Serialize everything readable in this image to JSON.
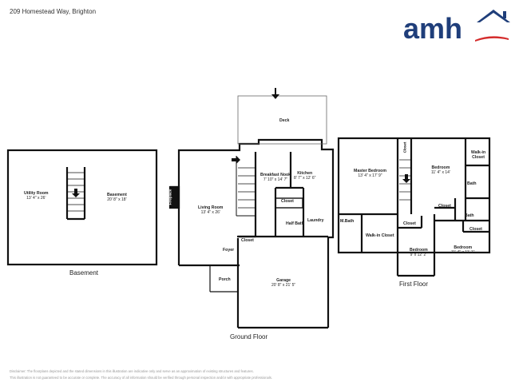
{
  "header": {
    "address": "209 Homestead Way, Brighton"
  },
  "logo": {
    "text": "amh",
    "brand_color": "#1f3e7a",
    "accent_color": "#d42b2b"
  },
  "floors": {
    "basement": "Basement",
    "ground": "Ground Floor",
    "first": "First Floor"
  },
  "rooms": {
    "utility": {
      "name": "Utility Room",
      "dims": "13' 4\" x 26'"
    },
    "basement": {
      "name": "Basement",
      "dims": "20' 8\" x 18'"
    },
    "deck": {
      "name": "Deck"
    },
    "breakfast": {
      "name": "Breakfast Nook",
      "dims": "7' 10\" x 14' 7\""
    },
    "kitchen": {
      "name": "Kitchen",
      "dims": "8' 7\" x 12' 6\""
    },
    "living": {
      "name": "Living Room",
      "dims": "13' 4\" x 26'"
    },
    "fireplace": {
      "name": "Fireplace"
    },
    "closet_g1": {
      "name": "Closet"
    },
    "halfbath": {
      "name": "Half Bath"
    },
    "laundry": {
      "name": "Laundry"
    },
    "closet_g2": {
      "name": "Closet"
    },
    "foyer": {
      "name": "Foyer"
    },
    "porch": {
      "name": "Porch"
    },
    "garage": {
      "name": "Garage",
      "dims": "20' 8\" x 21' 5\""
    },
    "master": {
      "name": "Master Bedroom",
      "dims": "13' 4\" x 17' 9\""
    },
    "closet_f1": {
      "name": "Closet"
    },
    "mbath": {
      "name": "M.Bath"
    },
    "walkin1": {
      "name": "Walk-in Closet"
    },
    "closet_f2": {
      "name": "Closet"
    },
    "bedroom1": {
      "name": "Bedroom",
      "dims": "11' 4\" x 14'"
    },
    "walkin2": {
      "name": "Walk-in Closet"
    },
    "bath1": {
      "name": "Bath"
    },
    "closet_f3": {
      "name": "Closet"
    },
    "bath2": {
      "name": "Bath"
    },
    "bedroom2": {
      "name": "Bedroom",
      "dims": "9' x 12' 2\""
    },
    "bedroom3": {
      "name": "Bedroom",
      "dims": "11' 4\" x 11' 1\""
    },
    "closet_f4": {
      "name": "Closet"
    }
  },
  "disclaimer": {
    "line1": "Disclaimer: The floorplans depicted and the stated dimensions in this illustration are indicative only and serve as an approximation of existing structures and features.",
    "line2": "This illustration is not guaranteed to be accurate or complete. The accuracy of all information should be verified through personal inspection and/or with appropriate professionals."
  }
}
